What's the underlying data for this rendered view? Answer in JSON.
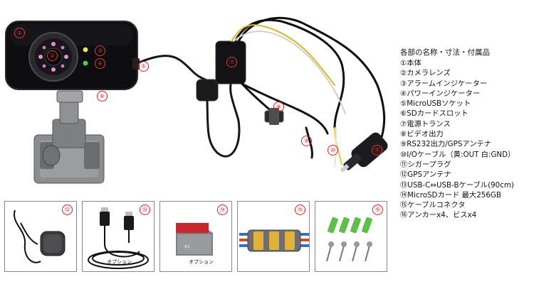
{
  "markers": {
    "main": [
      "①",
      "②",
      "③",
      "④",
      "⑤",
      "⑥",
      "⑦",
      "⑧",
      "⑨",
      "⑩",
      "⑪"
    ],
    "boxes": [
      "⑫",
      "⑬",
      "⑭",
      "⑮",
      "⑯"
    ]
  },
  "spec": {
    "title": "各部の名称・寸法・付属品",
    "items": [
      "①本体",
      "②カメラレンズ",
      "③アラームインジケーター",
      "④パワーインジケーター",
      "⑤MicroUSBソケット",
      "⑥SDカードスロット",
      "⑦電源トランス",
      "⑧ビデオ出力",
      "⑨RS232出力/GPSアンテナ",
      "⑩I/Oケーブル（黄:OUT 白:GND）",
      "⑪シガープラグ",
      "⑫GPSアンテナ",
      "⑬USB-C⇔USB-Bケーブル(90cm)",
      "⑭MicroSDカード 最大256GB",
      "⑮ケーブルコネクタ",
      "⑯アンカーx4、ビスx4"
    ]
  },
  "captions": {
    "usb_option": "オプション",
    "sd_option": "オプション",
    "sd_card_text": "A1"
  },
  "colors": {
    "marker": "#d21f1f",
    "camera_body": "#111111",
    "sd_red": "#c8262f",
    "anchor_green": "#5cc04a"
  }
}
